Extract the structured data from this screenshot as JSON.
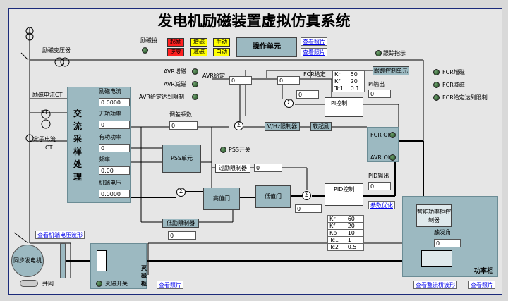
{
  "title": "发电机励磁装置虚拟仿真系统",
  "buttons": {
    "start": "起励",
    "stop": "逆变",
    "inc": "增磁",
    "dec": "减磁",
    "manual": "手动",
    "auto": "自动",
    "op_unit": "操作单元",
    "view_photo1": "查看照片",
    "view_photo2": "查看照片",
    "track_unit": "跟踪控制单元",
    "param_opt": "参数优化",
    "view_voltage": "查看机端电压波形",
    "view_photo3": "查看照片",
    "view_bridge": "查看整流桥波形",
    "view_photo4": "查看照片"
  },
  "labels": {
    "excitation_switch": "励磁投",
    "exc_transformer": "励磁变压器",
    "track_indicator": "跟踪指示",
    "avr_inc": "AVR增磁",
    "avr_dec": "AVR减磁",
    "avr_limit": "AVR给定达到限制",
    "avr_set": "AVR给定",
    "fcr_set": "FCR给定",
    "fcr_inc": "FCR增磁",
    "fcr_dec": "FCR减磁",
    "fcr_limit": "FCR给定达到限制",
    "exc_ct": "励磁电流CT",
    "pt": "PT",
    "stator_ct": "定子电流",
    "ct": "CT",
    "ac_sample": "交流采样处理",
    "exc_current": "励磁电流",
    "reactive": "无功功率",
    "active": "有功功率",
    "freq": "频率",
    "term_voltage": "机端电压",
    "droop": "调差系数",
    "vhz": "V/Hz限制器",
    "soft_start": "软起励",
    "pss_switch": "PSS开关",
    "pss_unit": "PSS单元",
    "over_exc": "过励限制器",
    "high_gate": "高值门",
    "low_gate": "低值门",
    "pid_ctrl": "PID控制",
    "under_exc": "低励限制器",
    "pi_ctrl": "PI控制",
    "pi_out": "PI输出",
    "pid_out": "PID输出",
    "fcr_on": "FCR ON",
    "avr_on": "AVR ON",
    "smart_rect": "智能功率柜控制器",
    "fire_angle": "触发角",
    "power_cab": "功率柜",
    "generator": "同步发电机",
    "grid": "并网",
    "field_breaker": "灭磁开关",
    "field_cab": "灭磁柜"
  },
  "values": {
    "exc_current": "0.0000",
    "reactive": "0",
    "active": "0",
    "freq": "0.00",
    "term_voltage": "0.0000",
    "droop": "0",
    "avr_set": "0",
    "fcr_set": "0",
    "fcr_sum_out": "0",
    "pi_out": "0",
    "over_exc_val": "0",
    "sum3_out": "0",
    "under_exc_val": "0",
    "pid_out": "0",
    "fire_angle": "0"
  },
  "pi_params": [
    [
      "Kr",
      "50"
    ],
    [
      "Kf",
      "20"
    ],
    [
      "Tc1",
      "0.1"
    ]
  ],
  "pid_params": [
    [
      "Kr",
      "60"
    ],
    [
      "Kf",
      "20"
    ],
    [
      "Kp",
      "10"
    ],
    [
      "Tc1",
      "1"
    ],
    [
      "Tc2",
      "0.5"
    ]
  ],
  "colors": {
    "start": "#ff2020",
    "inc": "#ffff00",
    "manual": "#ffff00",
    "panel": "#9cb9c1"
  }
}
